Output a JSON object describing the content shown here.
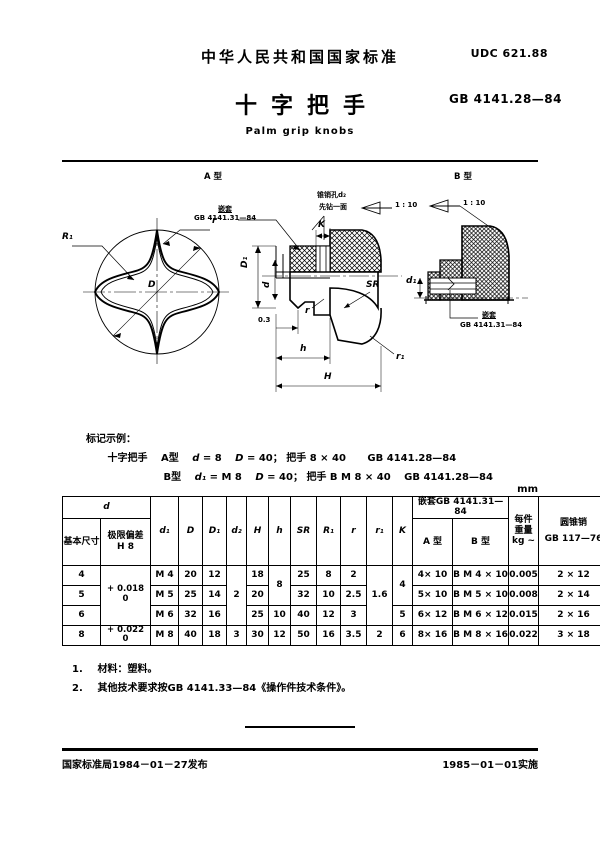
{
  "header": {
    "org": "中华人民共和国国家标准",
    "udc": "UDC 621.88",
    "title_cn": "十字把手",
    "std_no": "GB 4141.28—84",
    "title_en": "Palm grip knobs"
  },
  "drawing": {
    "type_a_label": "A 型",
    "type_b_label": "B 型",
    "insert_label_cn": "嵌套",
    "insert_label_std": "GB 4141.31—84",
    "pin_hole_label": "锥销孔d₂",
    "pin_hole_note": "先钻一面",
    "taper_a": "1 : 10",
    "taper_b": "1 : 10",
    "dim_R1": "R₁",
    "dim_r": "r",
    "dim_D": "D",
    "dim_D1": "D₁",
    "dim_d": "d",
    "dim_d1": "d₁",
    "dim_K": "K",
    "dim_h": "h",
    "dim_H": "H",
    "dim_SR": "SR",
    "dim_r1": "r₁",
    "dim_r_low": "r",
    "dim_03": "0.3"
  },
  "marking": {
    "heading": "标记示例：",
    "line_a": {
      "product": "十字把手",
      "type": "A型",
      "d_sym": "d",
      "d_eq": "= 8",
      "D_sym": "D",
      "D_eq": "= 40；",
      "desig": "把手  8 × 40",
      "std": "GB  4141.28—84"
    },
    "line_b": {
      "type": "B型",
      "d_sym": "d₁",
      "d_eq": "= M 8",
      "D_sym": "D",
      "D_eq": "= 40；",
      "desig": "把手  B M 8 × 40",
      "std": "GB  4141.28—84"
    }
  },
  "unit": "mm",
  "table": {
    "group_d": "d",
    "col_basic": "基本尺寸",
    "col_tol": "极限偏差 H 8",
    "col_tol_l1": "极限偏差",
    "col_tol_l2": "H 8",
    "col_d1": "d₁",
    "col_D": "D",
    "col_D1": "D₁",
    "col_d2": "d₂",
    "col_H": "H",
    "col_h": "h",
    "col_SR": "SR",
    "col_R1": "R₁",
    "col_r": "r",
    "col_r1": "r₁",
    "col_K": "K",
    "group_insert": "嵌套GB 4141.31—84",
    "col_insert_a": "A 型",
    "col_insert_b": "B 型",
    "col_weight_l1": "每件",
    "col_weight_l2": "重量",
    "col_weight_l3": "kg ~",
    "col_pin_l1": "圆锥销",
    "col_pin_l2": "GB 117—76",
    "rows": [
      {
        "basic": "4",
        "tol": "+ 0.018\n0",
        "d1": "M 4",
        "D": "20",
        "D1": "12",
        "d2": "2",
        "H": "18",
        "h": "8",
        "SR": "25",
        "R1": "8",
        "r": "2",
        "r1": "1.6",
        "K": "4",
        "insert_a": "4× 10",
        "insert_b": "B M 4 × 10",
        "weight": "0.005",
        "pin": "2 × 12"
      },
      {
        "basic": "5",
        "tol": "+ 0.018\n0",
        "d1": "M 5",
        "D": "25",
        "D1": "14",
        "d2": "2",
        "H": "20",
        "h": "8",
        "SR": "32",
        "R1": "10",
        "r": "2.5",
        "r1": "1.6",
        "K": "4",
        "insert_a": "5× 10",
        "insert_b": "B M 5 × 10",
        "weight": "0.008",
        "pin": "2 × 14"
      },
      {
        "basic": "6",
        "tol": "+ 0.018\n0",
        "d1": "M 6",
        "D": "32",
        "D1": "16",
        "d2": "2",
        "H": "25",
        "h": "10",
        "SR": "40",
        "R1": "12",
        "r": "3",
        "r1": "1.6",
        "K": "5",
        "insert_a": "6× 12",
        "insert_b": "B M 6 × 12",
        "weight": "0.015",
        "pin": "2 × 16"
      },
      {
        "basic": "8",
        "tol": "+ 0.022\n0",
        "d1": "M 8",
        "D": "40",
        "D1": "18",
        "d2": "3",
        "H": "30",
        "h": "12",
        "SR": "50",
        "R1": "16",
        "r": "3.5",
        "r1": "2",
        "K": "6",
        "insert_a": "8× 16",
        "insert_b": "B M 8 × 16",
        "weight": "0.022",
        "pin": "3 × 18"
      }
    ],
    "tol_group_1": "+ 0.018",
    "tol_group_1b": "0",
    "tol_group_2": "+ 0.022",
    "tol_group_2b": "0"
  },
  "notes": [
    {
      "num": "1.",
      "text": "材料：塑料。"
    },
    {
      "num": "2.",
      "text": "其他技术要求按GB  4141.33—84《操作件技术条件》。"
    }
  ],
  "footer": {
    "left": "国家标准局1984－01－27发布",
    "right": "1985－01－01实施"
  }
}
